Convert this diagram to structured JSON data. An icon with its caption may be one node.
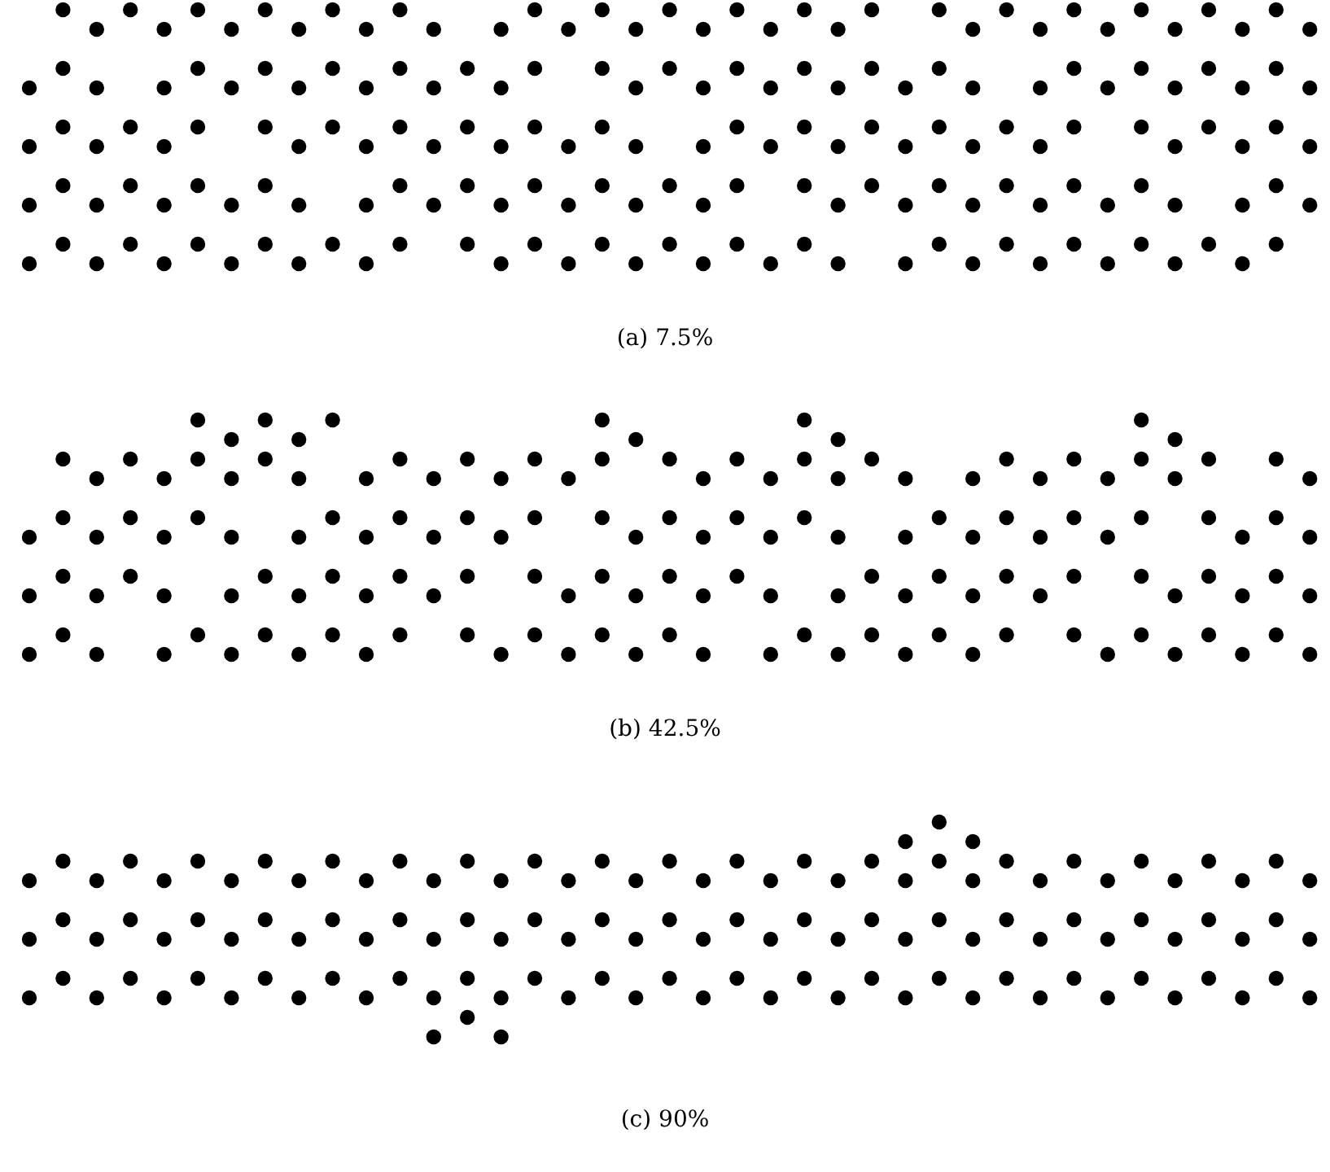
{
  "diagram": {
    "labels": [
      "(a) 7.5%",
      "(b) 42.5%",
      "(c) 90%"
    ]
  }
}
